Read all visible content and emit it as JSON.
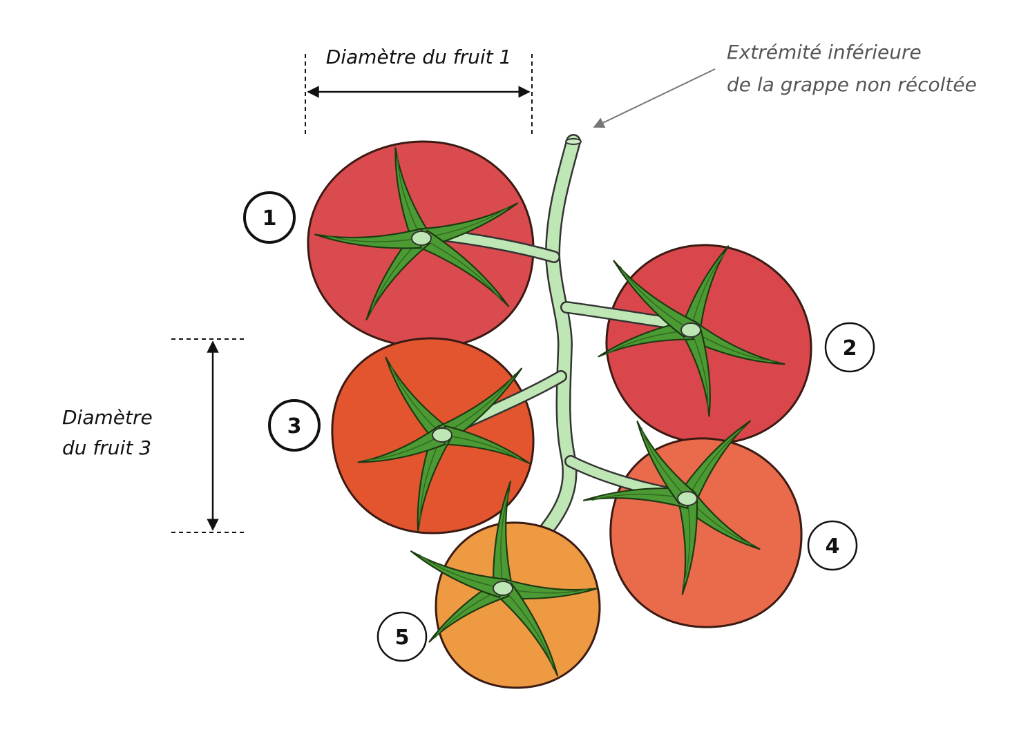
{
  "labels": {
    "diameter_fruit_1": "Diamètre du fruit 1",
    "diameter_fruit_3_line1": "Diamètre",
    "diameter_fruit_3_line2": "du fruit 3",
    "truss_end_line1": "Extrémité inférieure",
    "truss_end_line2": "de la grappe non récoltée"
  },
  "fruits": [
    {
      "number": "1",
      "color": "#d94b4f",
      "emphasized": true
    },
    {
      "number": "2",
      "color": "#d9474c",
      "emphasized": false
    },
    {
      "number": "3",
      "color": "#e2552f",
      "emphasized": true
    },
    {
      "number": "4",
      "color": "#ea6a4c",
      "emphasized": false
    },
    {
      "number": "5",
      "color": "#ee9a43",
      "emphasized": false
    }
  ],
  "colors": {
    "stem": "#bfe6b5",
    "sepal": "#4c9a34",
    "leader": "#777777"
  }
}
